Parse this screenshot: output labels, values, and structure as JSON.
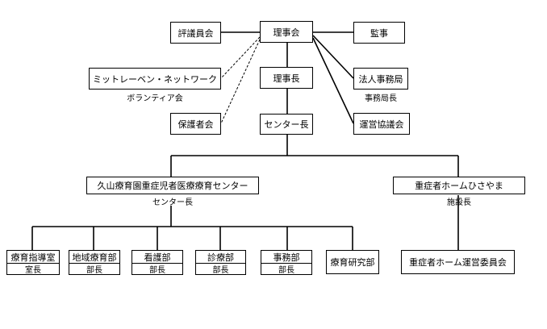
{
  "nodes": {
    "board": "理事会",
    "council": "評議員会",
    "auditor": "監事",
    "chairman": "理事長",
    "mitte": "ミットレーベン・ネットワーク",
    "mitte_caption": "ボランティア会",
    "corp_office": "法人事務局",
    "corp_office_caption": "事務局長",
    "parents": "保護者会",
    "director": "センター長",
    "ops_council": "運営協議会",
    "kuyama": "久山療育園重症児者医療療育センター",
    "kuyama_caption": "センター長",
    "home": "重症者ホームひさやま",
    "home_caption": "施設長",
    "guidance": "療育指導室",
    "guidance_head": "室長",
    "community": "地域療育部",
    "community_head": "部長",
    "nursing": "看護部",
    "nursing_head": "部長",
    "medical": "診療部",
    "medical_head": "部長",
    "admin": "事務部",
    "admin_head": "部長",
    "research": "療育研究部",
    "home_committee": "重症者ホーム運営委員会"
  }
}
